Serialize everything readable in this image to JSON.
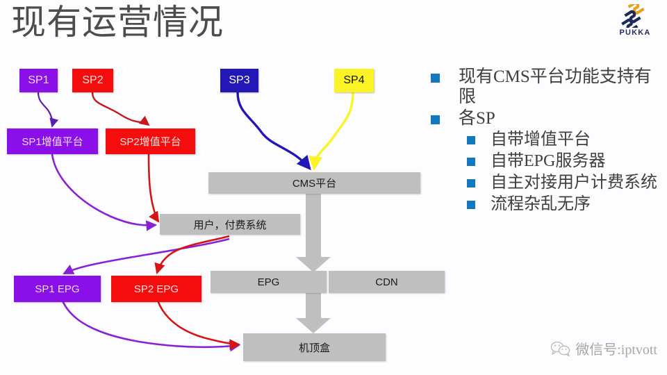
{
  "slide": {
    "title": "现有运营情况",
    "background": "#fdfcfe",
    "title_color": "#4d4d4d"
  },
  "logo": {
    "name": "PUKKA",
    "wordmark": "PUKKA",
    "mark_color": "#1c2a5e",
    "accent_color": "#e8a31c"
  },
  "diagram": {
    "nodes": {
      "sp1": {
        "label": "SP1",
        "color": "#8a0fe8"
      },
      "sp2": {
        "label": "SP2",
        "color": "#f50d0d"
      },
      "sp3": {
        "label": "SP3",
        "color": "#2318b7"
      },
      "sp4": {
        "label": "SP4",
        "color": "#fbf323"
      },
      "sp1_platform": {
        "label": "SP1增值平台",
        "color": "#8a0fe8"
      },
      "sp2_platform": {
        "label": "SP2增值平台",
        "color": "#f50d0d"
      },
      "cms": {
        "label": "CMS平台",
        "color": "#bfbfbf"
      },
      "billing": {
        "label": "用户，付费系统",
        "color": "#bfbfbf"
      },
      "epg": {
        "label": "EPG",
        "color": "#bfbfbf"
      },
      "cdn": {
        "label": "CDN",
        "color": "#bfbfbf"
      },
      "sp1_epg": {
        "label": "SP1 EPG",
        "color": "#8a0fe8"
      },
      "sp2_epg": {
        "label": "SP2 EPG",
        "color": "#f50d0d"
      },
      "stb": {
        "label": "机顶盒",
        "color": "#bfbfbf"
      }
    },
    "connectors": [
      {
        "from": "sp1",
        "to": "sp1_platform",
        "color": "#5a1fb0"
      },
      {
        "from": "sp2",
        "to": "sp2_platform",
        "color": "#c4181b"
      },
      {
        "from": "sp3",
        "to": "cms",
        "color": "#2318b7"
      },
      {
        "from": "sp4",
        "to": "cms",
        "color": "#fbf323"
      },
      {
        "from": "sp1_platform",
        "to": "billing",
        "color": "#8a1fd8"
      },
      {
        "from": "sp2_platform",
        "to": "billing",
        "color": "#d61414"
      },
      {
        "from": "sp1_platform",
        "to": "sp1_epg",
        "color": "#8a1fd8"
      },
      {
        "from": "sp2_platform",
        "to": "sp2_epg",
        "color": "#d61414"
      },
      {
        "from": "sp1_epg",
        "to": "stb",
        "color": "#8a1fd8"
      },
      {
        "from": "sp2_epg",
        "to": "stb",
        "color": "#d61414"
      },
      {
        "from": "cms",
        "to": "epg",
        "color": "#bfbfbf"
      },
      {
        "from": "epg",
        "to": "stb",
        "color": "#bfbfbf"
      }
    ]
  },
  "bullets": [
    {
      "level": 1,
      "text": "现有CMS平台功能支持有限"
    },
    {
      "level": 1,
      "text": "各SP"
    },
    {
      "level": 2,
      "text": "自带增值平台"
    },
    {
      "level": 2,
      "text": "自带EPG服务器"
    },
    {
      "level": 2,
      "text": "自主对接用户计费系统"
    },
    {
      "level": 2,
      "text": "流程杂乱无序"
    }
  ],
  "bullet_color": "#1379bf",
  "watermark": {
    "icon": "wechat-icon",
    "text": "微信号:iptvott"
  }
}
